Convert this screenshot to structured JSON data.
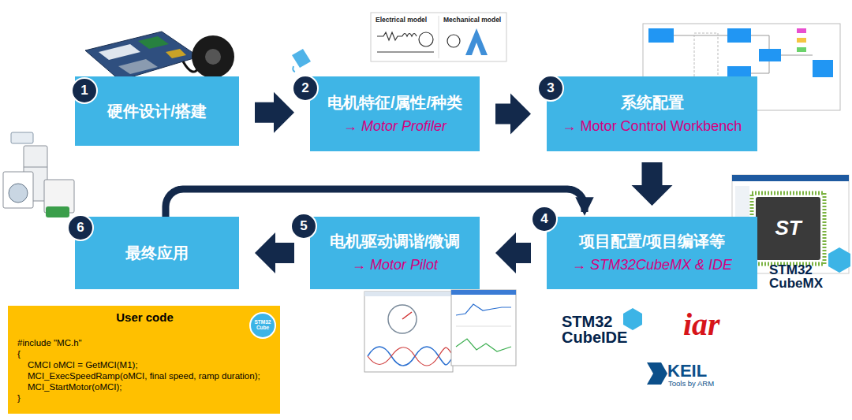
{
  "diagram": {
    "nodes": [
      {
        "text": [
          "硬件设计/搭建"
        ]
      },
      {
        "text": [
          "电机特征/属性/种类",
          "→ Motor Profiler"
        ]
      },
      {
        "text": [
          "系统配置",
          "→ Motor Control Workbench"
        ]
      },
      {
        "text": [
          "项目配置/项目编译等",
          "→ STM32CubeMX & IDE"
        ]
      },
      {
        "text": [
          "电机驱动调谐/微调",
          "→ Motor Pilot"
        ]
      },
      {
        "text": [
          "最终应用"
        ]
      },
      {
        "text": [
          "User code",
          "#include \"MC.h\"",
          "{",
          "CMCI oMCI = GetMCI(M1);",
          "MCI_ExecSpeedRamp(oMCI, final speed, ramp duration);",
          "MCI_StartMotor(oMCI);",
          "}"
        ]
      }
    ],
    "edges": [
      {
        "from": 0,
        "to": 1,
        "arrow": "to"
      },
      {
        "from": 1,
        "to": 2,
        "arrow": "to"
      },
      {
        "from": 2,
        "to": 3,
        "arrow": "to"
      },
      {
        "from": 3,
        "to": 4,
        "arrow": "to"
      },
      {
        "from": 4,
        "to": 5,
        "arrow": "to"
      },
      {
        "from": 5,
        "to": 3,
        "arrow": "to"
      }
    ],
    "labels": [
      "1",
      "2",
      "3",
      "4",
      "5",
      "6",
      "Electrical model",
      "Mechanical model",
      "STM32 Cube",
      "ST",
      "STM32 CubeMX",
      "STM32 CubeIDE",
      "iar",
      "KEIL",
      "Tools by ARM"
    ]
  }
}
